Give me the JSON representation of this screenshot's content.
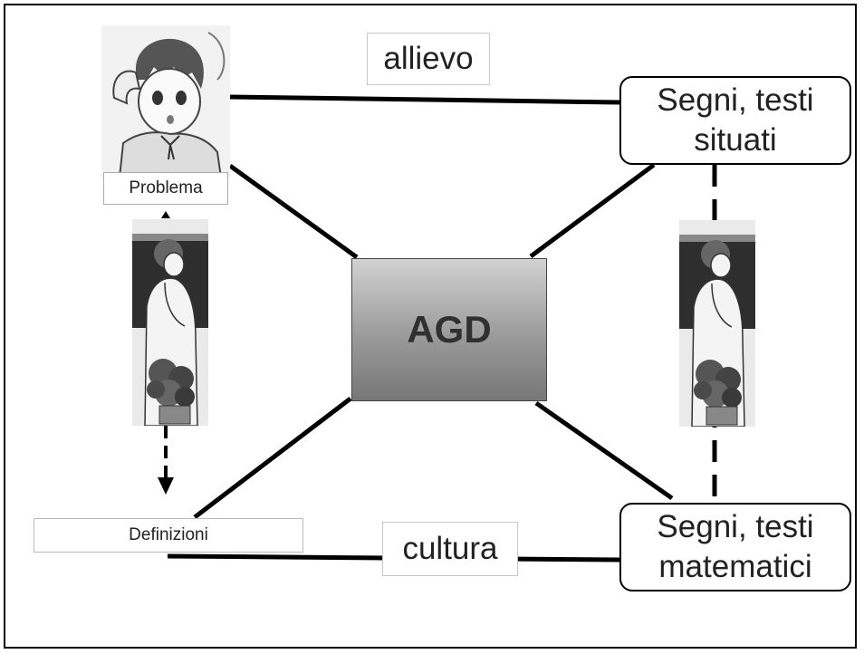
{
  "diagram": {
    "center": {
      "label": "AGD"
    },
    "student": {
      "label": "allievo"
    },
    "culture": {
      "label": "cultura"
    },
    "problem": {
      "label": "Problema"
    },
    "definitions": {
      "label": "Definizioni"
    },
    "situated": {
      "line1": "Segni, testi",
      "line2": "situati"
    },
    "mathematical": {
      "line1": "Segni, testi",
      "line2": "matematici"
    }
  },
  "colors": {
    "line": "#000000",
    "center_top": "#d2d2d2",
    "center_bottom": "#777777"
  },
  "icons": [
    "student-boy-drawing",
    "teacher-drawing"
  ]
}
